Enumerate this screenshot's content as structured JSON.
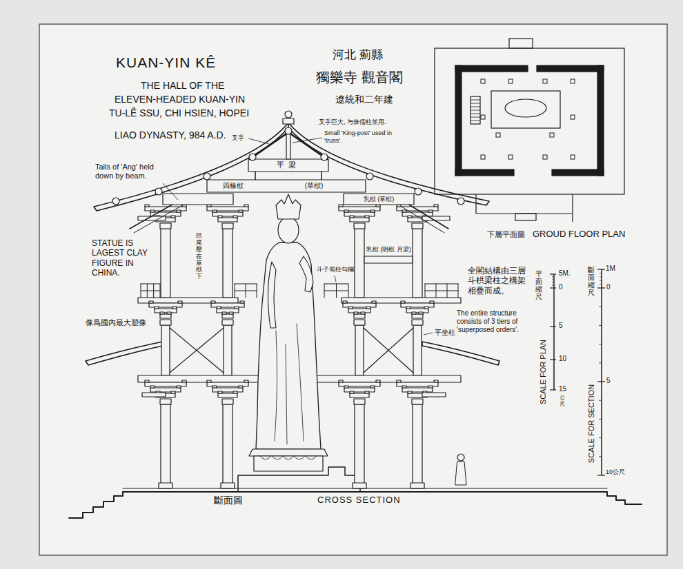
{
  "diagram": {
    "title": "KUAN-YIN KÊ",
    "labels": [
      "THE HALL OF THE",
      "ELEVEN-HEADED KUAN-YIN",
      "TU-LÊ SSU, CHI HSIEN, HOPEI",
      "LIAO DYNASTY, 984 A.D.",
      "河北 薊縣",
      "獨樂寺 觀音閣",
      "遼統和二年建",
      "叉手巨大, 与侏儒柱並用.",
      "Small 'King-post' used in 'truss'.",
      "叉手",
      "平梁",
      "四椽栿",
      "(草栿)",
      "乳栿 (草栿)",
      "Tails of 'Ang' held down by beam.",
      "昂尾壓在草栿下",
      "乳栿 (明栿 月梁)",
      "STATUE IS LAGEST CLAY FIGURE IN CHINA.",
      "斗子蜀柱勾欄",
      "像爲國內最大塑像",
      "全閣結構由三層斗栱梁柱之構架相疊而成。",
      "The entire structure consists of 3 tiers of 'superposed orders'.",
      "平坐柱",
      "下層平面圖",
      "GROUD FLOOR PLAN",
      "平面縮尺",
      "5M.",
      "0",
      "5",
      "10",
      "15",
      "公尺",
      "SCALE FOR PLAN",
      "斷面縮尺",
      "1M",
      "0",
      "5",
      "10公尺",
      "SCALE FOR SECTION",
      "斷面圖",
      "CROSS SECTION"
    ]
  }
}
